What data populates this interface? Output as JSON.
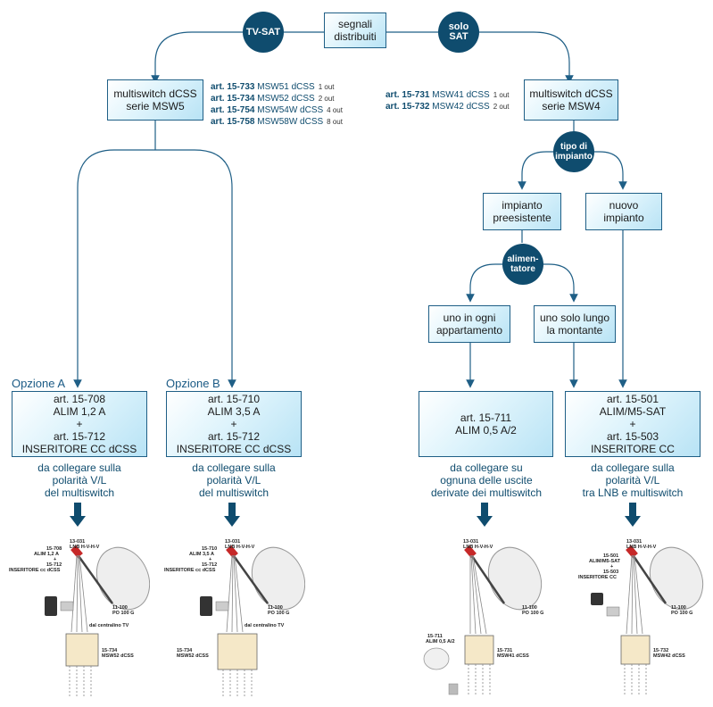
{
  "top": {
    "l1": "segnali",
    "l2": "distribuiti"
  },
  "branch_left": {
    "l1": "TV-SAT"
  },
  "branch_right": {
    "l1": "solo",
    "l2": "SAT"
  },
  "msw5": {
    "l1": "multiswitch dCSS",
    "l2": "serie MSW5",
    "articles": [
      {
        "code": "art. 15-733",
        "name": "MSW51 dCSS",
        "out": "1 out"
      },
      {
        "code": "art. 15-734",
        "name": "MSW52 dCSS",
        "out": "2 out"
      },
      {
        "code": "art. 15-754",
        "name": "MSW54W dCSS",
        "out": "4 out"
      },
      {
        "code": "art. 15-758",
        "name": "MSW58W dCSS",
        "out": "8 out"
      }
    ]
  },
  "msw4": {
    "l1": "multiswitch dCSS",
    "l2": "serie MSW4",
    "articles": [
      {
        "code": "art. 15-731",
        "name": "MSW41 dCSS",
        "out": "1 out"
      },
      {
        "code": "art. 15-732",
        "name": "MSW42 dCSS",
        "out": "2 out"
      }
    ]
  },
  "tipo": {
    "l1": "tipo di",
    "l2": "impianto"
  },
  "preesistente": {
    "l1": "impianto",
    "l2": "preesistente"
  },
  "nuovo": {
    "l1": "nuovo",
    "l2": "impianto"
  },
  "alim": {
    "l1": "alimen-",
    "l2": "tatore"
  },
  "ogni": {
    "l1": "uno in ogni",
    "l2": "appartamento"
  },
  "solo": {
    "l1": "uno solo lungo",
    "l2": "la montante"
  },
  "optA": {
    "label": "Opzione A",
    "l1": "art. 15-708",
    "l2": "ALIM 1,2 A",
    "l3": "+",
    "l4": "art. 15-712",
    "l5": "INSERITORE CC dCSS",
    "note1": "da collegare sulla",
    "note2": "polarità V/L",
    "note3": "del multiswitch"
  },
  "optB": {
    "label": "Opzione B",
    "l1": "art. 15-710",
    "l2": "ALIM 3,5 A",
    "l3": "+",
    "l4": "art. 15-712",
    "l5": "INSERITORE CC dCSS",
    "note1": "da collegare sulla",
    "note2": "polarità V/L",
    "note3": "del multiswitch"
  },
  "optC": {
    "l1": "art. 15-711",
    "l2": "ALIM 0,5 A/2",
    "note1": "da collegare su",
    "note2": "ognuna delle uscite",
    "note3": "derivate dei multiswitch"
  },
  "optD": {
    "l1": "art. 15-501",
    "l2": "ALIM/M5-SAT",
    "l3": "+",
    "l4": "art. 15-503",
    "l5": "INSERITORE CC",
    "note1": "da collegare sulla",
    "note2": "polarità V/L",
    "note3": "tra LNB e multiswitch"
  },
  "illustrations": {
    "lnb": {
      "l1": "13-031",
      "l2": "LNB H-V-H-V"
    },
    "dish": {
      "l1": "11-100",
      "l2": "PO 100 G"
    },
    "centralino": "dal centralino TV",
    "A": {
      "a1": "15-708",
      "a2": "ALIM 1,2 A",
      "a3": "+",
      "a4": "15-712",
      "a5": "INSERITORE cc dCSS",
      "m1": "15-734",
      "m2": "MSW52 dCSS"
    },
    "B": {
      "a1": "15-710",
      "a2": "ALIM 3,5 A",
      "a3": "+",
      "a4": "15-712",
      "a5": "INSERITORE cc dCSS",
      "m1": "15-734",
      "m2": "MSW52 dCSS"
    },
    "C": {
      "a1": "15-711",
      "a2": "ALIM 0,5 A/2",
      "m1": "15-731",
      "m2": "MSW41 dCSS"
    },
    "D": {
      "a1": "15-501",
      "a2": "ALIM/M5-SAT",
      "a3": "+",
      "a4": "15-503",
      "a5": "INSERITORE CC",
      "m1": "15-732",
      "m2": "MSW42 dCSS"
    }
  },
  "colors": {
    "line": "#1f5f86",
    "accent": "#0f4c6e",
    "option_label": "#1a5a85"
  }
}
